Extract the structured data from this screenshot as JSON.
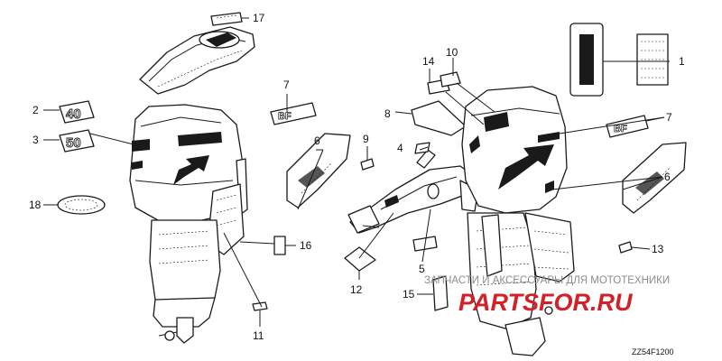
{
  "diagram": {
    "code": "ZZ54F1200",
    "badges": {
      "left_model": "40",
      "right_model": "50",
      "logo": "BF"
    },
    "callouts": [
      {
        "id": "c1",
        "label": "1"
      },
      {
        "id": "c2",
        "label": "2"
      },
      {
        "id": "c3",
        "label": "3"
      },
      {
        "id": "c4",
        "label": "4"
      },
      {
        "id": "c5",
        "label": "5"
      },
      {
        "id": "c6a",
        "label": "6"
      },
      {
        "id": "c6b",
        "label": "6"
      },
      {
        "id": "c7a",
        "label": "7"
      },
      {
        "id": "c7b",
        "label": "7"
      },
      {
        "id": "c8",
        "label": "8"
      },
      {
        "id": "c9",
        "label": "9"
      },
      {
        "id": "c10",
        "label": "10"
      },
      {
        "id": "c11",
        "label": "11"
      },
      {
        "id": "c12",
        "label": "12"
      },
      {
        "id": "c13",
        "label": "13"
      },
      {
        "id": "c14",
        "label": "14"
      },
      {
        "id": "c15",
        "label": "15"
      },
      {
        "id": "c16",
        "label": "16"
      },
      {
        "id": "c17",
        "label": "17"
      },
      {
        "id": "c18",
        "label": "18"
      }
    ]
  },
  "watermark": {
    "tagline": "ЗАПЧАСТИ И АКСЕССУАРЫ ДЛЯ МОТОТЕХНИКИ",
    "brand": "PARTSFOR.RU",
    "brand_color": "#d42128",
    "tagline_color": "#8c8c8c"
  }
}
